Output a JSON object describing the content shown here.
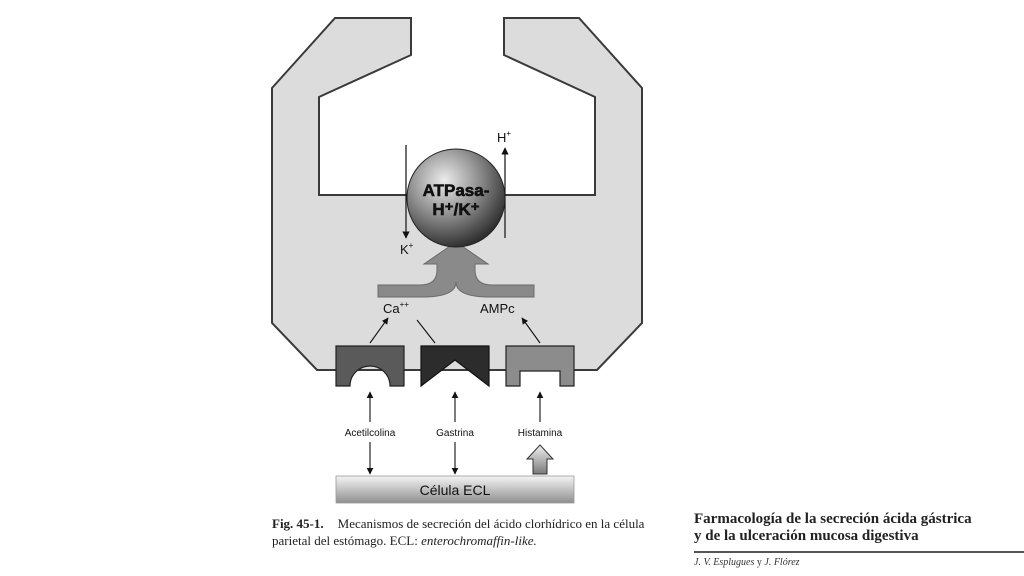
{
  "diagram": {
    "enzyme_line1": "ATPasa-",
    "enzyme_line2": "H⁺/K⁺",
    "ion_h": "H",
    "ion_h_sup": "+",
    "ion_k": "K",
    "ion_k_sup": "+",
    "messenger_ca": "Ca",
    "messenger_ca_sup": "++",
    "messenger_ampc": "AMPc",
    "receptors": [
      {
        "ligand": "Acetilcolina"
      },
      {
        "ligand": "Gastrina"
      },
      {
        "ligand": "Histamina"
      }
    ],
    "ecl_cell": "Célula ECL"
  },
  "caption": {
    "number": "Fig. 45-1.",
    "text": "Mecanismos de secreción del ácido clorhídrico en la célula parietal del estómago. ECL: ",
    "italic": "enterochromaffin-like."
  },
  "book": {
    "title_line1": "Farmacología de la secreción ácida gástrica",
    "title_line2": "y de la ulceración mucosa digestiva",
    "authors_a": "J. V. Esplugues",
    "authors_and": " y ",
    "authors_b": "J. Flórez"
  }
}
